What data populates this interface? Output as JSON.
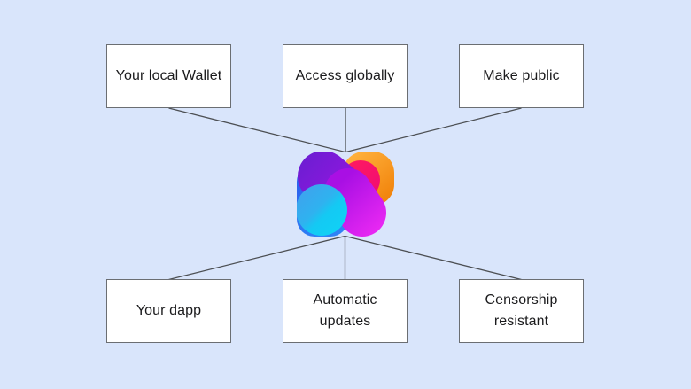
{
  "diagram": {
    "top_nodes": [
      {
        "label": "Your local Wallet"
      },
      {
        "label": "Access globally"
      },
      {
        "label": "Make public"
      }
    ],
    "bottom_nodes": [
      {
        "label": "Your dapp"
      },
      {
        "label": "Automatic updates"
      },
      {
        "label": "Censorship resistant"
      }
    ]
  },
  "logo": {
    "name": "colorful-dapp-logo",
    "colors": {
      "purple_start": "#6C1ED2",
      "purple_end": "#A013E4",
      "orange_start": "#FFB23D",
      "orange_end": "#F07F07",
      "pink_start": "#FF1A60",
      "pink_end": "#F00C74",
      "magenta_start": "#A90FE4",
      "magenta_end": "#EF2BF4",
      "cyan_start": "#3FA2EE",
      "cyan_mid1": "#2FB2EF",
      "cyan_mid2": "#14C9F3",
      "cyan_end": "#0FD3F6",
      "blue_start": "#2C63EE",
      "blue_end": "#2F82F5"
    }
  },
  "style": {
    "background": "#D9E5FB",
    "box_background": "#FFFFFF",
    "box_border": "#6B6E72",
    "connector": "#4C4F53",
    "text": "#1B1B1D"
  }
}
